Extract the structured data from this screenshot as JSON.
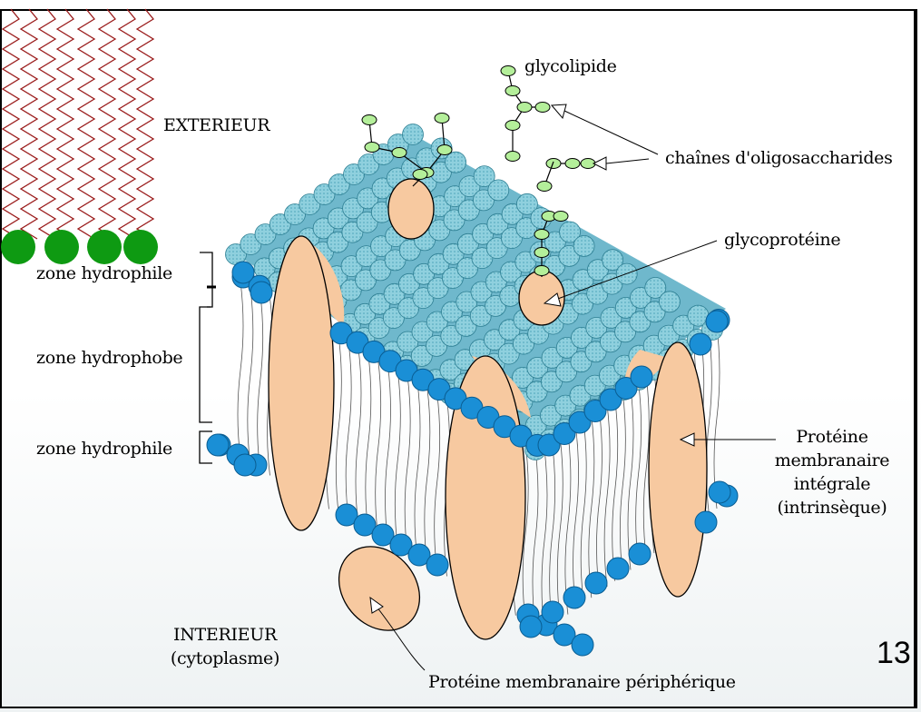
{
  "labels": {
    "glycolipide": "glycolipide",
    "exterieur": "EXTERIEUR",
    "chaines": "chaînes d'oligosaccharides",
    "glycoproteine": "glycoprotéine",
    "zone_hydrophile_top": "zone hydrophile",
    "zone_hydrophobe": "zone hydrophobe",
    "zone_hydrophile_bottom": "zone hydrophile",
    "proteine_integrale": [
      "Protéine",
      "membranaire",
      "intégrale",
      "(intrinsèque)"
    ],
    "interieur": [
      "INTERIEUR",
      "(cytoplasme)"
    ],
    "proteine_peripherique": "Protéine membranaire périphérique"
  },
  "slide_number": "13",
  "colors": {
    "head": "#1a8fd6",
    "top_head": "#7fc6d6",
    "protein": "#f7c9a0",
    "sugar": "#b4ef9a",
    "lipid_tail": "#9a1b1b",
    "polar_head_green": "#0e9a12"
  }
}
